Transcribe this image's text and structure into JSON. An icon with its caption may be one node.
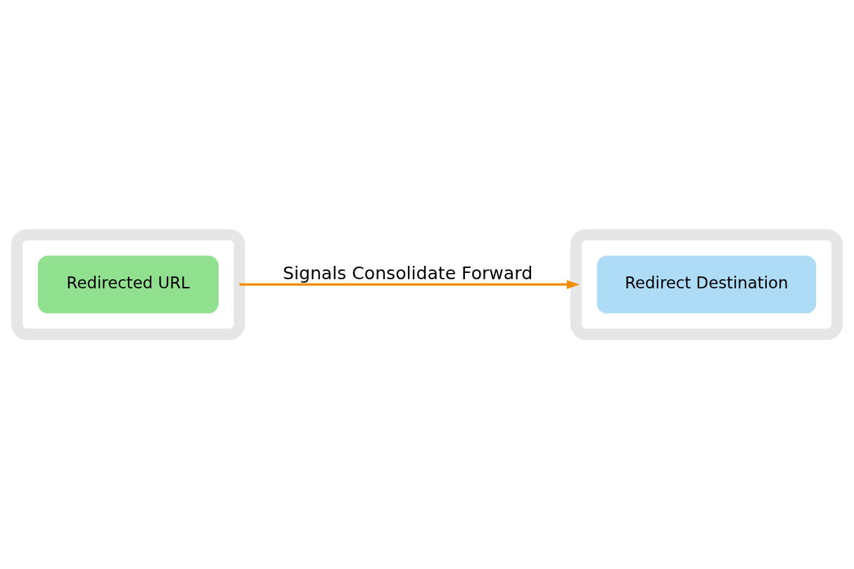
{
  "diagram": {
    "nodes": [
      {
        "text": [],
        "shape": "box"
      },
      {
        "text": [
          "Redirected URL"
        ],
        "in": 0
      },
      {
        "text": [],
        "shape": "box"
      },
      {
        "text": [
          "Redirect Destination"
        ],
        "in": 2
      }
    ],
    "edges": [
      {
        "from": 0,
        "to": 2,
        "arrow": "to",
        "label": "Signals Consolidate Forward"
      }
    ]
  }
}
